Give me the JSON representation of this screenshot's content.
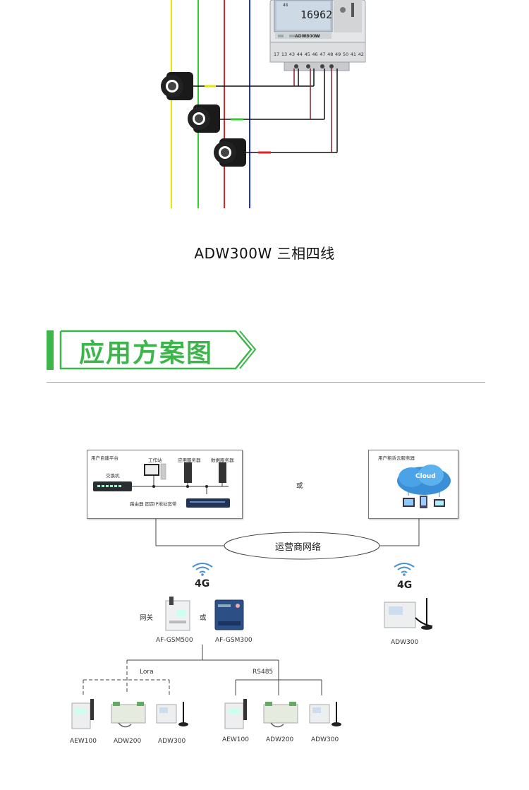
{
  "meter": {
    "lcd_line1": "16962",
    "lcd_line2": "48",
    "model_label": "ADW300W",
    "terminals": [
      "17",
      "13",
      "43",
      "44",
      "45",
      "46",
      "47",
      "48",
      "49",
      "50",
      "41",
      "42"
    ]
  },
  "caption": "ADW300W 三相四线",
  "section_title": "应用方案图",
  "diagram": {
    "left_box": {
      "title": "用户自建平台",
      "switch_label": "交换机",
      "workstation_label": "工作站",
      "app_server_label": "应用服务器",
      "db_server_label": "数据服务器",
      "router_label": "路由器 固定IP地址宽带"
    },
    "or_top": "或",
    "right_box": {
      "title": "用户租赁云服务器",
      "cloud_label": "Cloud"
    },
    "network_label": "运营商网络",
    "left_4g": "4G",
    "right_4g": "4G",
    "gateway_label": "网关",
    "or_gateway": "或",
    "gsm500": "AF-GSM500",
    "gsm300": "AF-GSM300",
    "adw300_right": "ADW300",
    "lora": "Lora",
    "rs485": "RS485",
    "devices_left": [
      "AEW100",
      "ADW200",
      "ADW300"
    ],
    "devices_right": [
      "AEW100",
      "ADW200",
      "ADW300"
    ]
  },
  "colors": {
    "accent_green": "#3cb54a",
    "phase_yellow": "#e6e600",
    "phase_green": "#33cc33",
    "phase_red": "#dd2222",
    "phase_blue": "#2233cc",
    "wire_dark_red": "#8a1b2a"
  }
}
